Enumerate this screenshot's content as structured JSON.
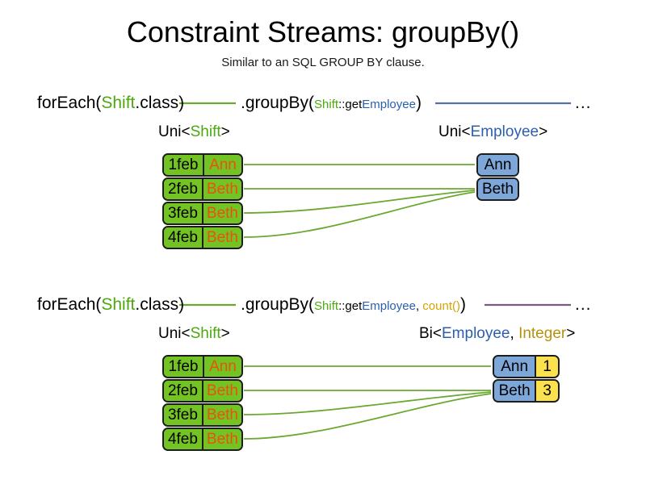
{
  "title": "Constraint Streams: groupBy()",
  "subtitle": "Similar to an SQL GROUP BY clause.",
  "colors": {
    "shift_green": "#4ca80f",
    "employee_blue": "#2b5fad",
    "count_gold": "#d8a200",
    "box_green_fill": "#72c323",
    "box_blue_fill": "#7da7d9",
    "box_yellow_fill": "#fbe14e",
    "name_orange": "#e8530e",
    "connector_green": "#6aa830",
    "connector_blue": "#5570a8",
    "connector_purple": "#7a5b80"
  },
  "sections": [
    {
      "id": "section-groupby",
      "code": {
        "forEach_prefix": "forEach(",
        "forEach_type": "Shift",
        "forEach_suffix": ".class)",
        "groupBy_prefix": ".groupBy(",
        "groupBy_arg_type": "Shift",
        "groupBy_arg_sep": "::get",
        "groupBy_arg_prop": "Employee",
        "groupBy_suffix": ")",
        "ellipsis": "..."
      },
      "left_label": {
        "outer": "Uni<",
        "inner": "Shift",
        "close": ">"
      },
      "right_label": {
        "outer": "Uni<",
        "inner": "Employee",
        "close": ">"
      },
      "shifts": [
        {
          "date": "1feb",
          "name": "Ann"
        },
        {
          "date": "2feb",
          "name": "Beth"
        },
        {
          "date": "3feb",
          "name": "Beth"
        },
        {
          "date": "4feb",
          "name": "Beth"
        }
      ],
      "employees": [
        {
          "name": "Ann"
        },
        {
          "name": "Beth"
        }
      ]
    },
    {
      "id": "section-groupby-count",
      "code": {
        "forEach_prefix": "forEach(",
        "forEach_type": "Shift",
        "forEach_suffix": ".class)",
        "groupBy_prefix": ".groupBy(",
        "groupBy_arg_type": "Shift",
        "groupBy_arg_sep": "::get",
        "groupBy_arg_prop": "Employee",
        "groupBy_arg_comma": ", ",
        "groupBy_arg_count": "count()",
        "groupBy_suffix": ")",
        "ellipsis": "..."
      },
      "left_label": {
        "outer": "Uni<",
        "inner": "Shift",
        "close": ">"
      },
      "right_label": {
        "outer": "Bi<",
        "inner": "Employee",
        "comma": ", ",
        "inner2": "Integer",
        "close": ">"
      },
      "shifts": [
        {
          "date": "1feb",
          "name": "Ann"
        },
        {
          "date": "2feb",
          "name": "Beth"
        },
        {
          "date": "3feb",
          "name": "Beth"
        },
        {
          "date": "4feb",
          "name": "Beth"
        }
      ],
      "employees": [
        {
          "name": "Ann",
          "count": "1"
        },
        {
          "name": "Beth",
          "count": "3"
        }
      ]
    }
  ]
}
